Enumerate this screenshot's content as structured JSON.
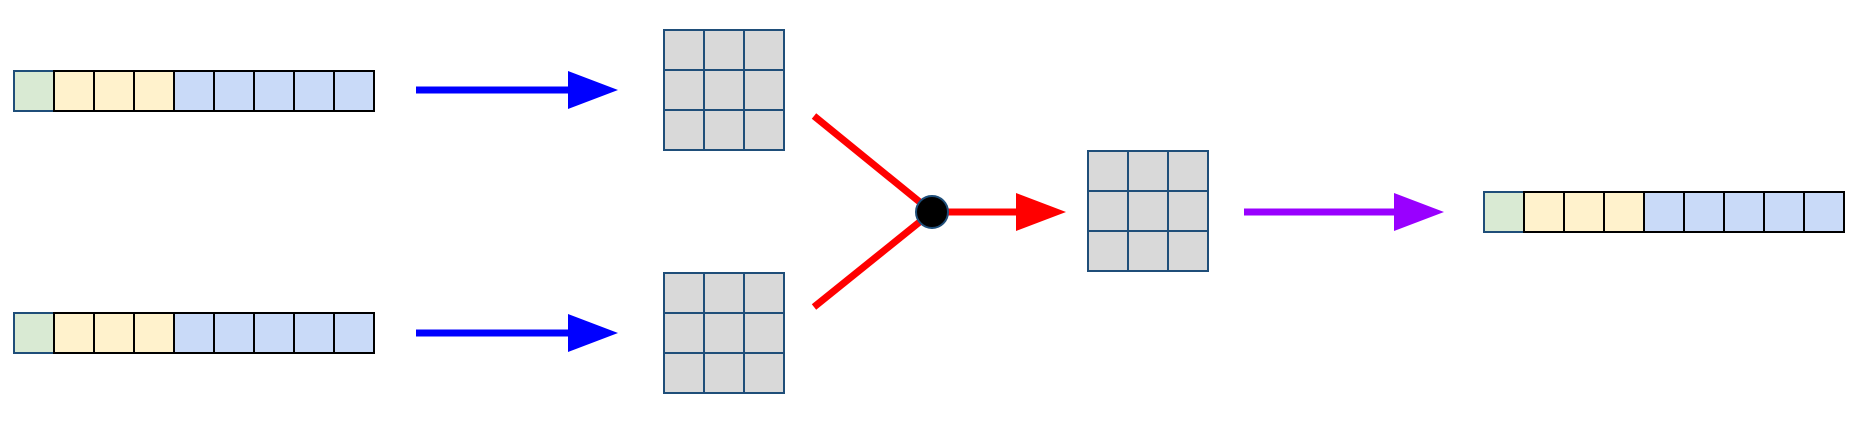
{
  "colors": {
    "background": "#ffffff",
    "vector_cell_colors": [
      "#d9ead3",
      "#fff2cc",
      "#fff2cc",
      "#fff2cc",
      "#c9daf8",
      "#c9daf8",
      "#c9daf8",
      "#c9daf8",
      "#c9daf8"
    ],
    "vector_outline": "#000000",
    "grid_fill": "#d9d9d9",
    "grid_outline": "#1f4e79",
    "input_arrow": "#0000ff",
    "merge_lines": "#ff0000",
    "merge_node": "#000000",
    "output_arrow": "#9900ff"
  },
  "diagram": {
    "input_vectors": 2,
    "vector_cells": 9,
    "grid_rows": 3,
    "grid_cols": 3,
    "output_vectors": 1
  }
}
